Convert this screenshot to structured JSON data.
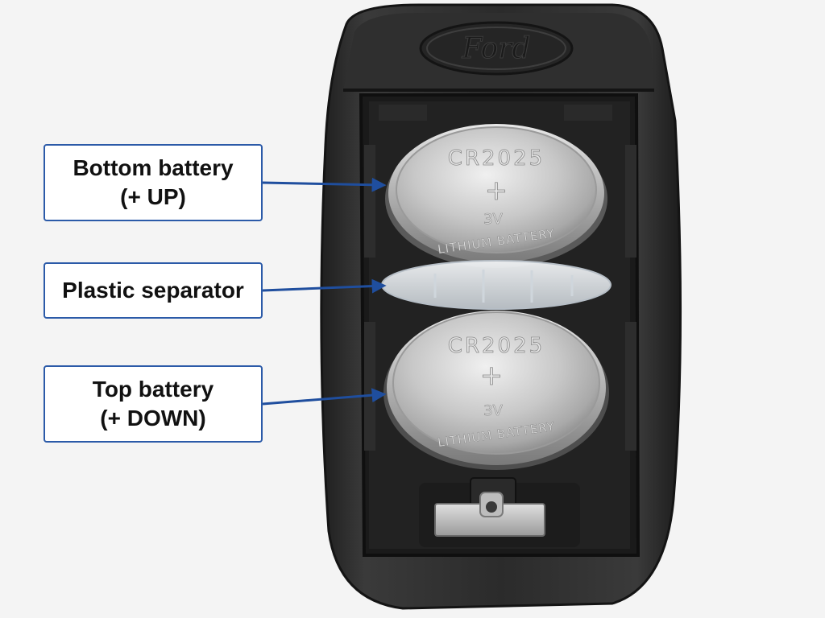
{
  "brand_logo_text": "Ford",
  "callouts": [
    {
      "line1": "Bottom battery",
      "line2": "(+ UP)"
    },
    {
      "line1": "Plastic separator"
    },
    {
      "line1": "Top battery",
      "line2": "(+ DOWN)"
    }
  ],
  "batteries": [
    {
      "model": "CR2025",
      "polarity": "+",
      "voltage": "3V",
      "type": "LITHIUM BATTERY"
    },
    {
      "model": "CR2025",
      "polarity": "+",
      "voltage": "3V",
      "type": "LITHIUM BATTERY"
    }
  ],
  "colors": {
    "callout_border": "#2b5aa8",
    "arrow": "#1f4e9e",
    "key_fob_body": "#2a2a2a",
    "battery_metal": "#c9c9c9",
    "background": "#f4f4f4"
  }
}
